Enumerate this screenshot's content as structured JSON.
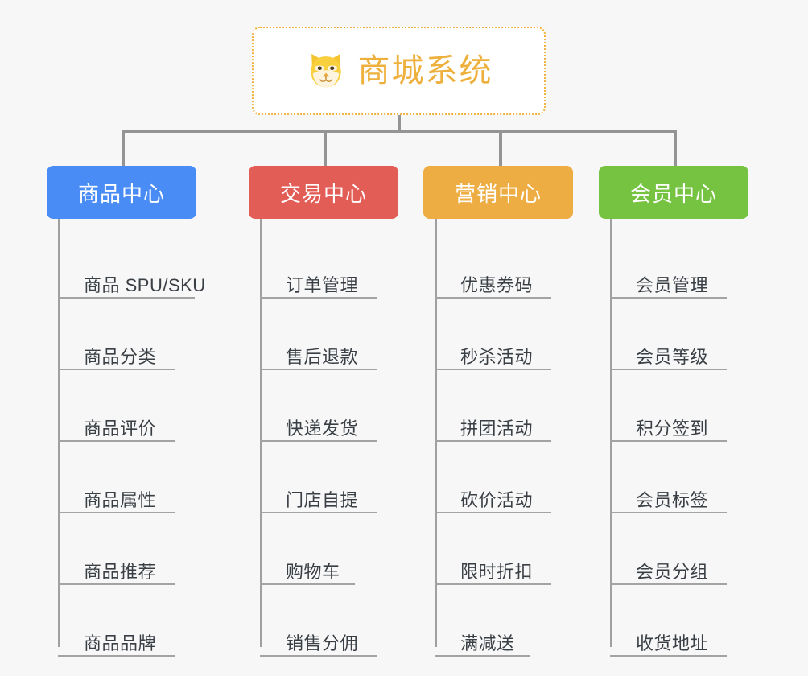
{
  "page": {
    "background_color": "#f7f7f7",
    "type": "org-chart",
    "line_color": "#949494"
  },
  "root": {
    "title": "商城系统",
    "icon": "shiba-dog-icon",
    "border_color": "#f0b33f",
    "text_color": "#eeb03c",
    "background_color": "#ffffff"
  },
  "columns": [
    {
      "id": "product-center",
      "label": "商品中心",
      "color": "#4a8cf5",
      "items": [
        {
          "label": "商品 SPU/SKU",
          "rule": "rule-w-lg"
        },
        {
          "label": "商品分类",
          "rule": "rule-w-md"
        },
        {
          "label": "商品评价",
          "rule": "rule-w-md"
        },
        {
          "label": "商品属性",
          "rule": "rule-w-md"
        },
        {
          "label": "商品推荐",
          "rule": "rule-w-md"
        },
        {
          "label": "商品品牌",
          "rule": "rule-w-md"
        }
      ]
    },
    {
      "id": "trade-center",
      "label": "交易中心",
      "color": "#e35d57",
      "items": [
        {
          "label": "订单管理",
          "rule": "rule-w-md"
        },
        {
          "label": "售后退款",
          "rule": "rule-w-md"
        },
        {
          "label": "快递发货",
          "rule": "rule-w-md"
        },
        {
          "label": "门店自提",
          "rule": "rule-w-md"
        },
        {
          "label": "购物车",
          "rule": "rule-w-sm"
        },
        {
          "label": "销售分佣",
          "rule": "rule-w-md"
        }
      ]
    },
    {
      "id": "marketing-center",
      "label": "营销中心",
      "color": "#edad42",
      "items": [
        {
          "label": "优惠券码",
          "rule": "rule-w-md"
        },
        {
          "label": "秒杀活动",
          "rule": "rule-w-md"
        },
        {
          "label": "拼团活动",
          "rule": "rule-w-md"
        },
        {
          "label": "砍价活动",
          "rule": "rule-w-md"
        },
        {
          "label": "限时折扣",
          "rule": "rule-w-md"
        },
        {
          "label": "满减送",
          "rule": "rule-w-sm"
        }
      ]
    },
    {
      "id": "member-center",
      "label": "会员中心",
      "color": "#76c342",
      "items": [
        {
          "label": "会员管理",
          "rule": "rule-w-md"
        },
        {
          "label": "会员等级",
          "rule": "rule-w-md"
        },
        {
          "label": "积分签到",
          "rule": "rule-w-md"
        },
        {
          "label": "会员标签",
          "rule": "rule-w-md"
        },
        {
          "label": "会员分组",
          "rule": "rule-w-md"
        },
        {
          "label": "收货地址",
          "rule": "rule-w-md"
        }
      ]
    }
  ]
}
